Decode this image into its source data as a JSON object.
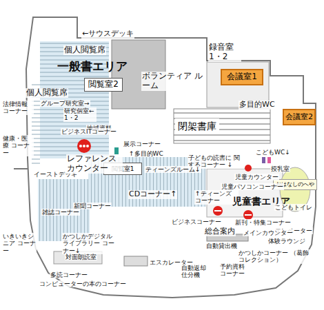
{
  "diagram": {
    "nodes": [
      {
        "text": [
          "閲覧室2"
        ]
      },
      {
        "text": [
          "会議室1"
        ]
      },
      {
        "text": [
          "会議室2"
        ]
      },
      {
        "text": [
          "閉架書庫"
        ]
      },
      {
        "text": [
          "閲覧室1"
        ]
      },
      {
        "text": [
          "おはなしのへや"
        ]
      }
    ],
    "labels": [
      "←サウスデッキ",
      "個人閲覧席",
      "一般書エリア",
      "録音室 1・2",
      "法律情報 コーナー",
      "個人閲覧席",
      "グループ研究室→",
      "研究個室← 1・2",
      "地域資料",
      "多目的WC",
      "健康・医療 コーナー",
      "ビジネスITコーナー",
      "こどもWC↓",
      "展示コーナー",
      "↑多目的WC",
      "子どもの読書に 関するコーナー ↓",
      "イーストデッキ",
      "ティーンズルーム↓",
      "児童カウンター",
      "児童パソコンコーナー",
      "CDコーナー↑",
      "↑ティーンズ コーナー",
      "児童書エリア",
      "こどもトイレ",
      "雑誌コーナー",
      "新聞コーナー",
      "ビジネスコーナー",
      "新刊・特集コーナー",
      "エレベーター",
      "いきいきシニア コーナー",
      "かつしかデジタル ライブラリー コーナー↓",
      "自動貸出機",
      "体験ラウンジ",
      "対面朗読室",
      "エスカレーター",
      "多読コーナー",
      "自動返却 仕分機",
      "予約資料 コーナー",
      "かつしかコーナー （葛飾コレクション）",
      "コンピューターの本のコーナー",
      "ボランティア ルーム",
      "授乳室",
      "レファレンス カウンター",
      "総合案内",
      "メインカウンター"
    ]
  }
}
